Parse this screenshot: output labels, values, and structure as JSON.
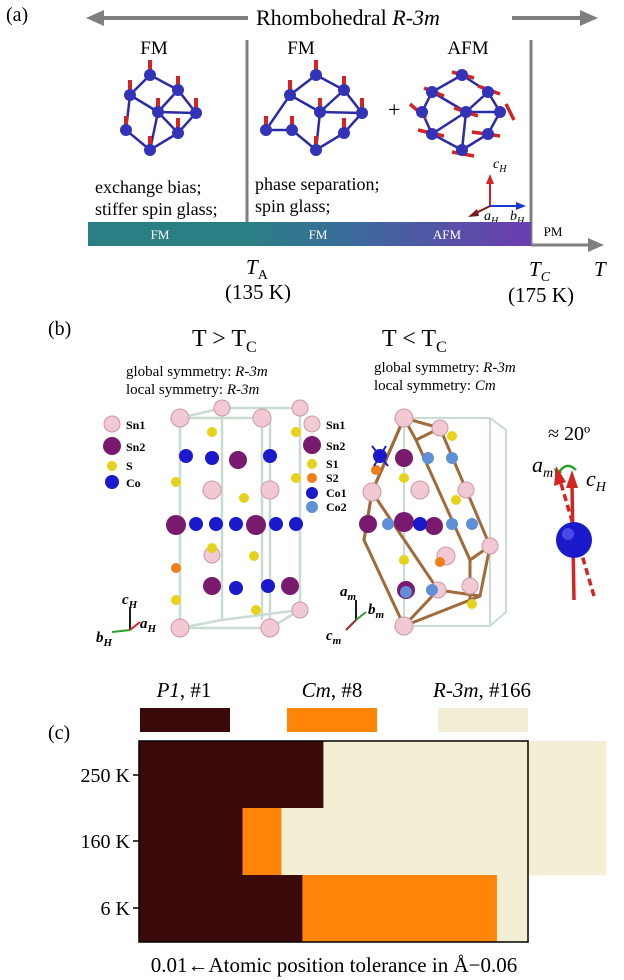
{
  "panel_a": {
    "label": "(a)",
    "header": "Rhombohedral R-3m",
    "header_plain": "Rhombohedral ",
    "header_italic": "R-3m",
    "phase_labels": [
      "FM",
      "FM",
      "AFM"
    ],
    "plus": "+",
    "text_left_1": "exchange bias;",
    "text_left_2": "stiffer spin glass;",
    "text_mid_1": "phase separation;",
    "text_mid_2": "spin glass;",
    "bar_labels": [
      "FM",
      "FM",
      "AFM",
      "PM"
    ],
    "ta_label": "T",
    "ta_sub": "A",
    "ta_value": "(135 K)",
    "tc_label": "T",
    "tc_sub": "C",
    "tc_value": "(175 K)",
    "axis_label": "T",
    "axes": {
      "cH": "c",
      "cH_sub": "H",
      "aH": "a",
      "aH_sub": "H",
      "bH": "b",
      "bH_sub": "H"
    },
    "colors": {
      "teal": "#2b7f84",
      "purple": "#6c3db0",
      "arrow_gray": "#7f7f7f",
      "atom": "#2b2ba8",
      "spin": "#d42424"
    }
  },
  "panel_b": {
    "label": "(b)",
    "left_title": "T > T",
    "left_title_sub": "C",
    "right_title": "T < T",
    "right_title_sub": "C",
    "left_global": "global symmetry: ",
    "left_global_val": "R-3m",
    "left_local": "local symmetry: ",
    "left_local_val": "R-3m",
    "right_global": "global symmetry: ",
    "right_global_val": "R-3m",
    "right_local": "local symmetry: ",
    "right_local_val": "Cm",
    "legend_left": [
      {
        "name": "Sn1",
        "color": "#f2c8d2"
      },
      {
        "name": "Sn2",
        "color": "#7a1a6e"
      },
      {
        "name": "S",
        "color": "#e6d21a"
      },
      {
        "name": "Co",
        "color": "#1a1acc"
      }
    ],
    "legend_right": [
      {
        "name": "Sn1",
        "color": "#f2c8d2"
      },
      {
        "name": "Sn2",
        "color": "#7a1a6e"
      },
      {
        "name": "S1",
        "color": "#e6d21a"
      },
      {
        "name": "S2",
        "color": "#f07f1a"
      },
      {
        "name": "Co1",
        "color": "#1a1acc"
      },
      {
        "name": "Co2",
        "color": "#5f8fd6"
      }
    ],
    "angle": "≈ 20º",
    "am": "a",
    "am_sub": "m",
    "cH": "c",
    "cH_sub": "H",
    "left_axes": {
      "c": "c",
      "c_sub": "H",
      "b": "b",
      "b_sub": "H",
      "a": "a",
      "a_sub": "H"
    },
    "right_axes": {
      "a": "a",
      "a_sub": "m",
      "b": "b",
      "b_sub": "m",
      "c": "c",
      "c_sub": "m"
    }
  },
  "panel_c": {
    "label": "(c)",
    "legend": [
      {
        "name": "P1",
        "num": ", #1",
        "color": "#3a0a0a"
      },
      {
        "name": "Cm",
        "num": ", #8",
        "color": "#ff8408"
      },
      {
        "name": "R-3m",
        "num": ", #166",
        "color": "#f3efd4"
      }
    ],
    "xlabel": "0.01←Atomic position tolerance in Å−0.06",
    "ylabels": [
      "250 K",
      "160 K",
      "6 K"
    ]
  },
  "chart_data": {
    "type": "bar",
    "orientation": "horizontal-stacked",
    "categories": [
      "250 K",
      "160 K",
      "6 K"
    ],
    "xlim": [
      0.01,
      0.06
    ],
    "series": [
      {
        "name": "P1, #1",
        "values": [
          0.0237,
          0.0133,
          0.021
        ]
      },
      {
        "name": "Cm, #8",
        "values": [
          0.0,
          0.005,
          0.025
        ]
      },
      {
        "name": "R-3m, #166",
        "values": [
          0.0363,
          0.0417,
          0.004
        ]
      }
    ],
    "xlabel": "0.01←Atomic position tolerance in Å−0.06",
    "grid": false
  }
}
